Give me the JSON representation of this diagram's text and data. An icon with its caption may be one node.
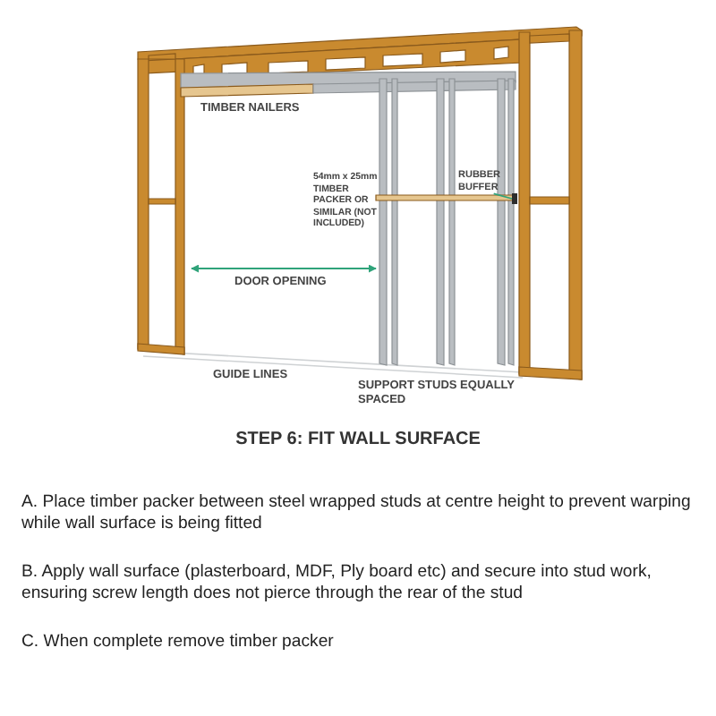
{
  "diagram": {
    "title": "STEP 6: FIT WALL SURFACE",
    "nodes": [
      {
        "text": [
          "RUBBER BUFFER"
        ]
      },
      {
        "text": [],
        "shape": "bar"
      }
    ],
    "edges": [
      {
        "from": 0,
        "to": 1,
        "arrow": "none"
      }
    ],
    "labels": [
      "TIMBER NAILERS",
      "54mm x 25mm TIMBER PACKER OR SIMILAR (NOT INCLUDED)",
      "DOOR OPENING",
      "GUIDE LINES",
      "SUPPORT STUDS EQUALLY SPACED",
      "A. Place timber packer between steel wrapped studs at centre height to prevent warping while wall surface is being fitted",
      "B. Apply wall surface (plasterboard, MDF, Ply board etc) and secure into stud work, ensuring screw length does not pierce through the rear of the stud",
      "C. When complete remove timber packer"
    ]
  }
}
